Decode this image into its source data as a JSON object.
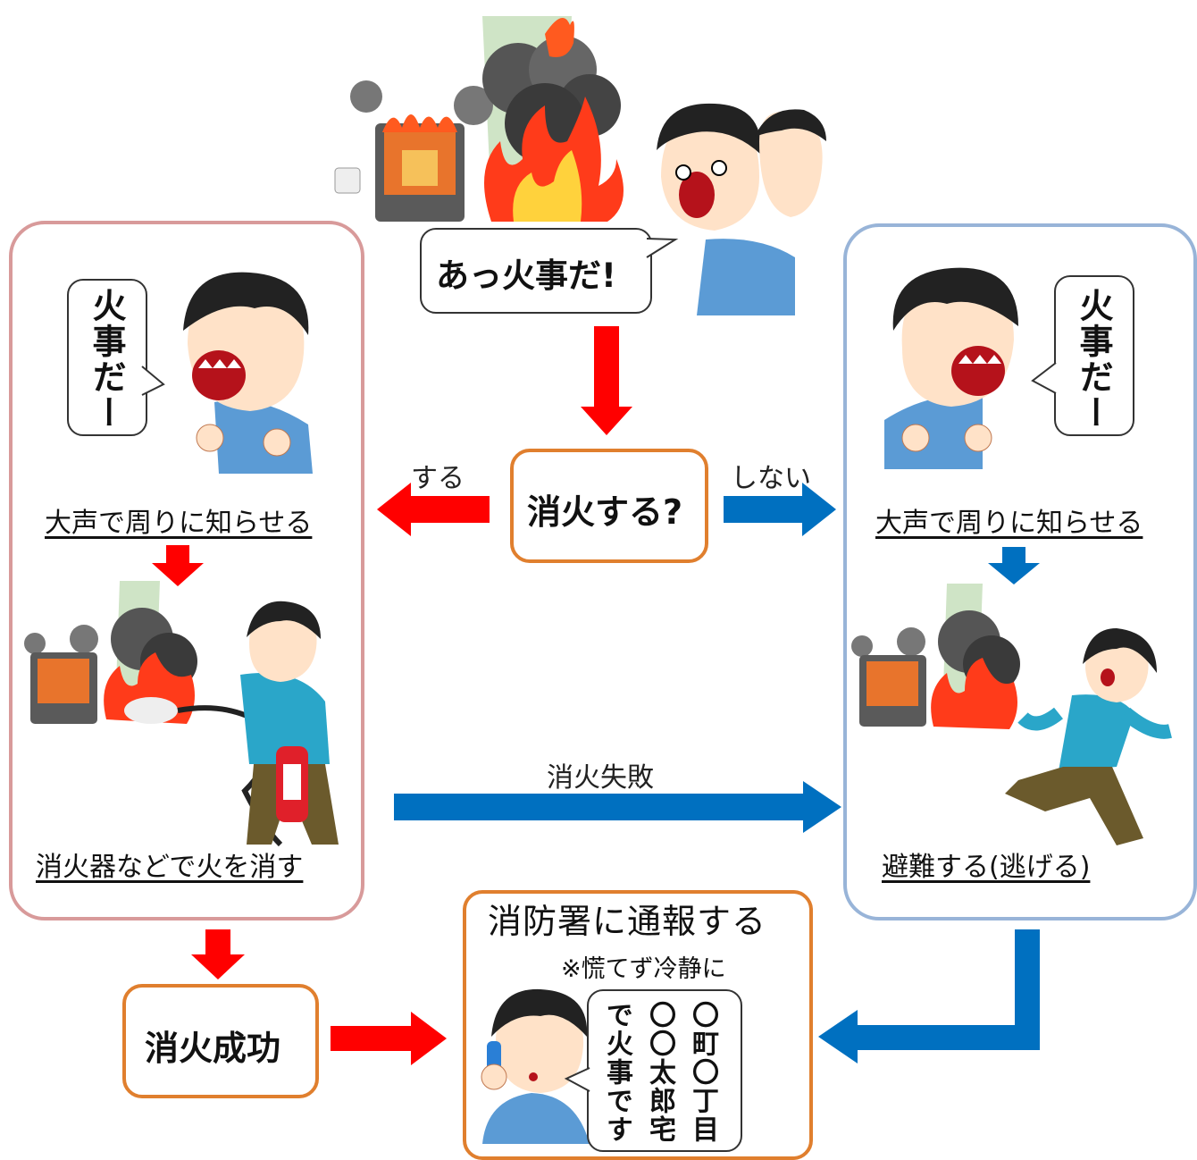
{
  "top": {
    "speech": "あっ火事だ!"
  },
  "decision": {
    "question": "消火する?",
    "yes_label": "する",
    "no_label": "しない"
  },
  "left_panel": {
    "speech": "火事だー",
    "step1": "大声で周りに知らせる",
    "step2": "消火器などで火を消す"
  },
  "right_panel": {
    "speech": "火事だー",
    "step1": "大声で周りに知らせる",
    "step2": "避難する(逃げる)"
  },
  "failure_label": "消火失敗",
  "success": {
    "label": "消火成功"
  },
  "report": {
    "title": "消防署に通報する",
    "note": "※慌てず冷静に",
    "speech_lines": [
      "〇町〇丁目",
      "〇〇太郎宅",
      "で火事です"
    ]
  },
  "colors": {
    "red": "#ff0000",
    "blue": "#0070c0",
    "orange": "#e07f2e",
    "left_border": "#d89a9a",
    "right_border": "#98b4d8"
  }
}
